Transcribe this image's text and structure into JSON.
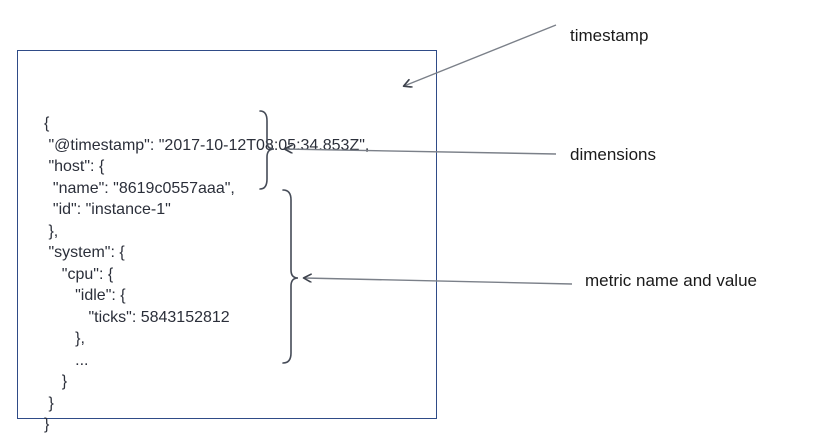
{
  "document": {
    "description": "json-event-example",
    "code_lines": [
      "{",
      " \"@timestamp\": \"2017-10-12T08:05:34.853Z\",",
      " \"host\": {",
      "  \"name\": \"8619c0557aaa\",",
      "  \"id\": \"instance-1\"",
      " },",
      " \"system\": {",
      "    \"cpu\": {",
      "       \"idle\": {",
      "          \"ticks\": 5843152812",
      "       },",
      "       ...",
      "    }",
      " }",
      "}"
    ],
    "fields": {
      "timestamp_value": "2017-10-12T08:05:34.853Z",
      "host_name": "8619c0557aaa",
      "host_id": "instance-1",
      "metric_name": "system.cpu.idle.ticks",
      "metric_value": "5843152812"
    }
  },
  "annotations": {
    "timestamp": {
      "label": "timestamp"
    },
    "dimensions": {
      "label": "dimensions"
    },
    "metric": {
      "label": "metric name and value"
    }
  },
  "colors": {
    "box_border": "#2f4b87",
    "arrow_line": "#7b8089",
    "arrow_head": "#3d424c",
    "brace": "#454b57",
    "code_text": "#2b2f3a",
    "label_text": "#1a1a1a"
  }
}
